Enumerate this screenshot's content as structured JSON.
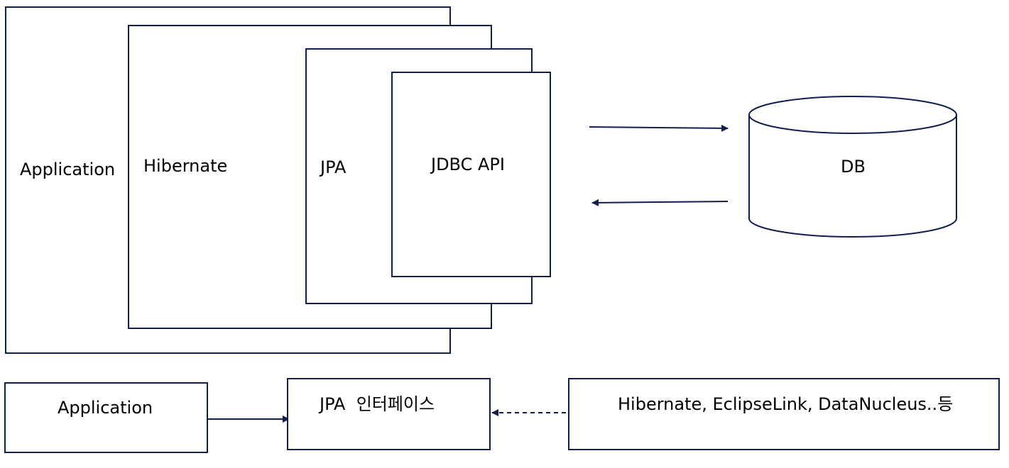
{
  "top_diagram": {
    "application_label": "Application",
    "hibernate_label": "Hibernate",
    "jpa_label": "JPA",
    "jdbc_label": "JDBC API",
    "db_label": "DB"
  },
  "bottom_diagram": {
    "application_label": "Application",
    "jpa_interface_label": "JPA  인터페이스",
    "implementations_label": "Hibernate, EclipseLink, DataNucleus..등"
  },
  "colors": {
    "stroke": "#0e1f4d"
  }
}
